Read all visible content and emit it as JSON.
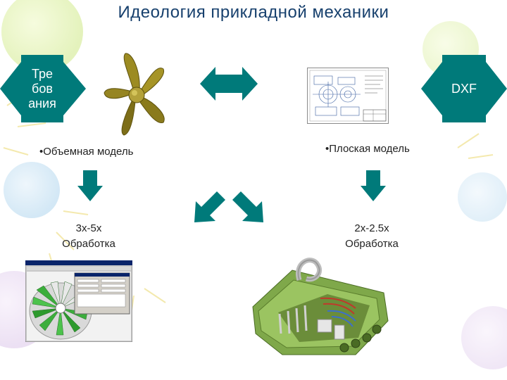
{
  "slide": {
    "title": "Идеология прикладной механики",
    "requirements_label": "Тре бов ания",
    "requirements_lines": [
      "Тре",
      "бов",
      "ания"
    ],
    "dxf_label": "DXF",
    "solid_model_label": "•Объемная модель",
    "flat_model_label": "•Плоская модель",
    "left_ratio": "3х-5х",
    "left_processing": "Обработка",
    "right_ratio": "2х-2.5х",
    "right_processing": "Обработка"
  },
  "colors": {
    "arrow": "#007a7a",
    "title": "#17406d",
    "propeller": "#8a7a1c"
  },
  "icons": {
    "propeller": "propeller-3d-model-image",
    "drawing": "technical-drawing-image",
    "cad_window": "cad-software-screenshot",
    "engine": "engine-cutaway-image"
  }
}
